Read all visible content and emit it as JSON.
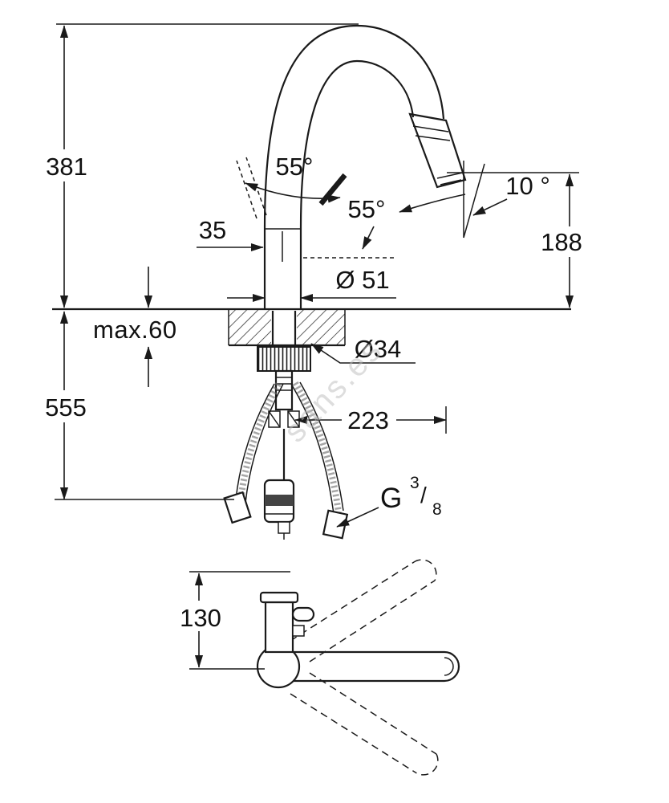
{
  "page": {
    "background": "#ffffff",
    "line_color": "#1a1a1a"
  },
  "watermark": {
    "text": "sans.es"
  },
  "main_view": {
    "dim_height_top": "381",
    "dim_height_bottom": "555",
    "dim_counter_max": "max.60",
    "dim_handle_offset": "35",
    "angle_handle_swing": "55°",
    "angle_handle_tilt": "55°",
    "angle_spout": "10 °",
    "dim_outlet_height": "188",
    "dim_body_diameter": "Ø 51",
    "dim_hole_diameter": "Ø34",
    "dim_hose_spread": "223",
    "thread_label": {
      "letter": "G",
      "numerator": "3",
      "slash": "/",
      "denominator": "8"
    }
  },
  "bottom_view": {
    "dim_swivel": "130"
  }
}
